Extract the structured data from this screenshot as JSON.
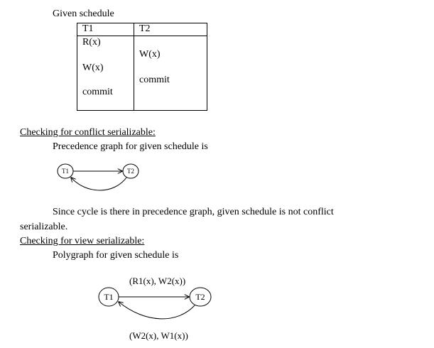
{
  "heading_schedule": "Given schedule",
  "table": {
    "headers": [
      "T1",
      "T2"
    ],
    "t1_ops": [
      "R(x)",
      "W(x)",
      "commit"
    ],
    "t2_ops": [
      "W(x)",
      "commit"
    ]
  },
  "conflict": {
    "heading": "Checking for conflict serializable:",
    "intro": "Precedence graph for given schedule is",
    "node_t1": "T1",
    "node_t2": "T2",
    "conclusion_line1": "Since cycle is there in precedence graph, given schedule is not conflict",
    "conclusion_line2": "serializable."
  },
  "view": {
    "heading": "Checking  for view serializable:",
    "intro": "Polygraph for given schedule is",
    "node_t1": "T1",
    "node_t2": "T2",
    "top_edge_label": "(R1(x), W2(x))",
    "bottom_edge_label": "(W2(x), W1(x))"
  }
}
